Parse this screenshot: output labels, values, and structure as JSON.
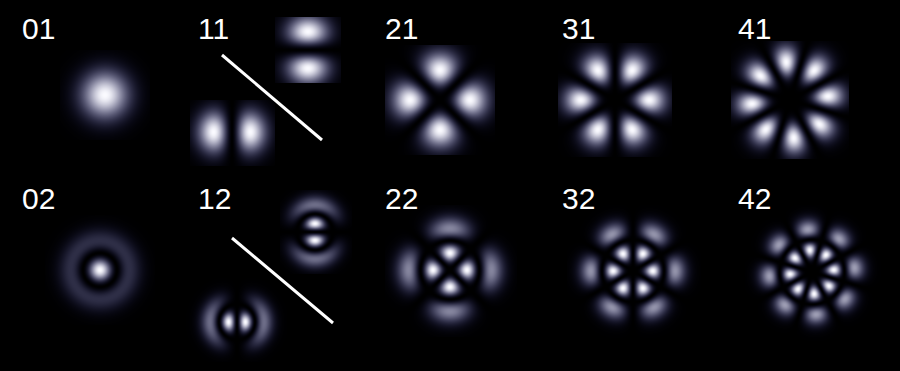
{
  "diagram": {
    "labels": [
      "01",
      "11",
      "21",
      "31",
      "41",
      "02",
      "12",
      "22",
      "32",
      "42"
    ]
  }
}
